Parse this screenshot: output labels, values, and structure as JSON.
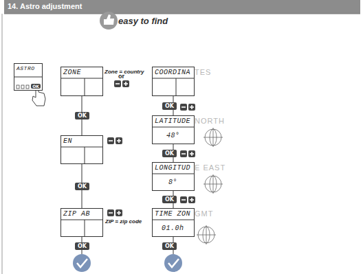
{
  "diagram": {
    "title": "14. Astro adjustment",
    "nodes": [
      {
        "text": [
          "ASTRO",
          "OK"
        ]
      },
      {
        "text": [
          "ZONE"
        ]
      },
      {
        "text": [
          "COORDINA",
          "TES"
        ]
      },
      {
        "text": [
          "EN"
        ]
      },
      {
        "text": [
          "LATITUDE",
          "48°",
          "NORTH"
        ]
      },
      {
        "text": [
          "LONGITUD",
          "8°",
          "E EAST"
        ]
      },
      {
        "text": [
          "ZIP AB"
        ]
      },
      {
        "text": [
          "TIME ZON",
          "01.0h",
          "GMT"
        ]
      }
    ],
    "edges": [
      {
        "from": 1,
        "to": 3,
        "label": "OK",
        "arrow": "none"
      },
      {
        "from": 2,
        "to": 4,
        "label": "OK",
        "arrow": "none"
      },
      {
        "from": 4,
        "to": 5,
        "label": "OK",
        "arrow": "none"
      },
      {
        "from": 3,
        "to": 6,
        "label": "OK",
        "arrow": "none"
      },
      {
        "from": 5,
        "to": 7,
        "label": "OK",
        "arrow": "none"
      }
    ],
    "labels": [
      "easy to find",
      "Zone = country",
      "or",
      "ZIP = zip code",
      "OK",
      "OK"
    ]
  }
}
